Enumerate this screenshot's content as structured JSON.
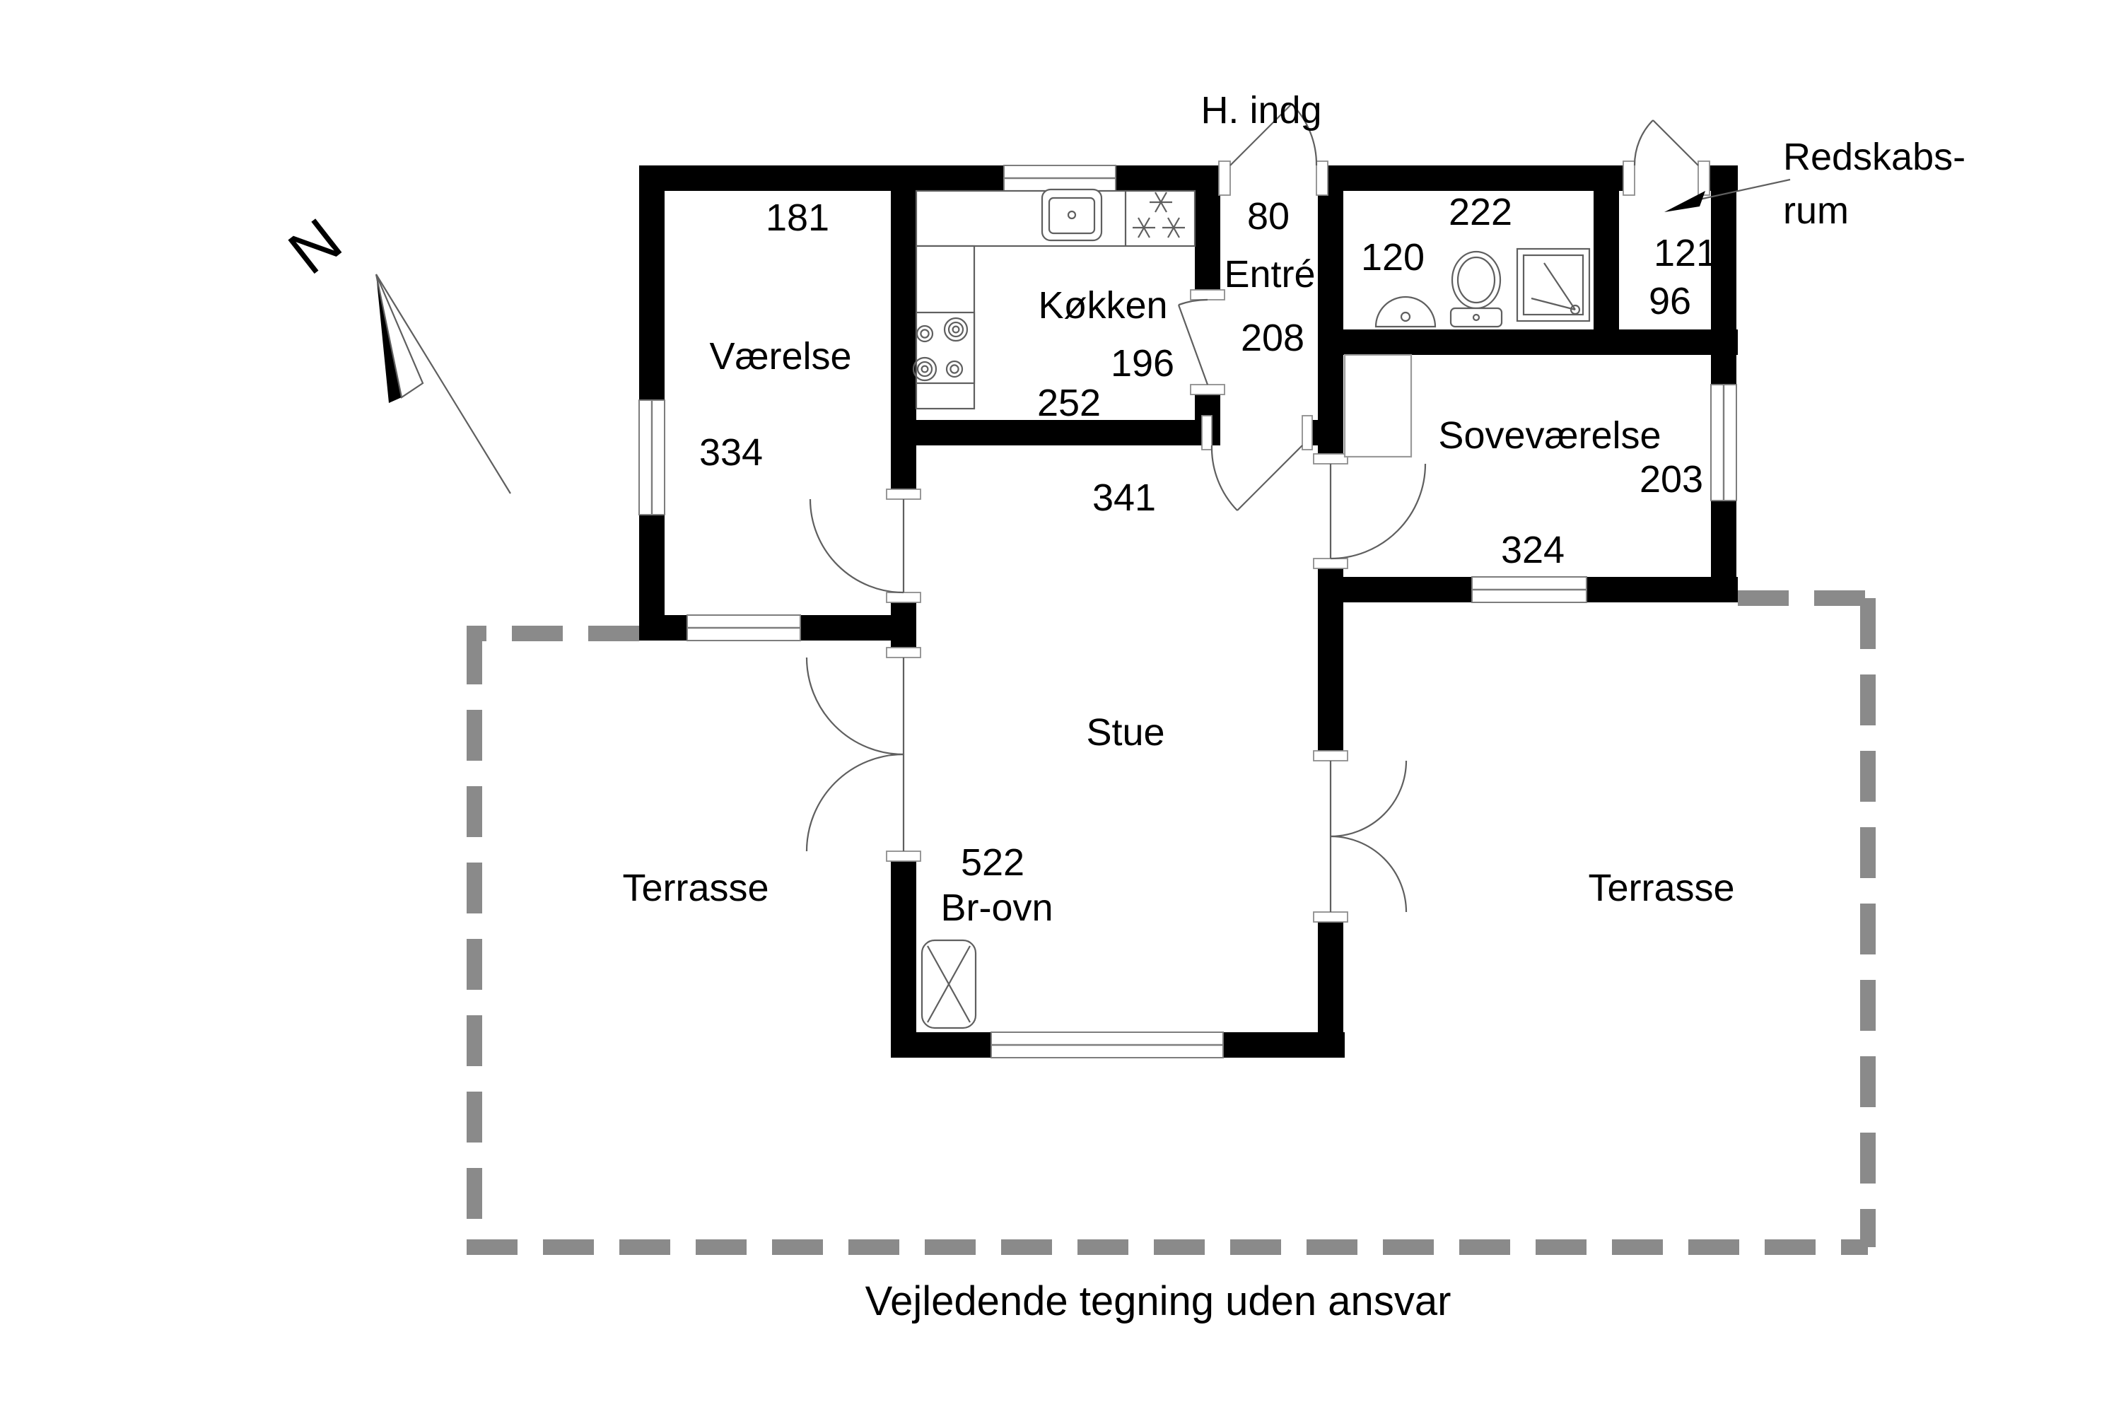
{
  "page": {
    "background": "#ffffff",
    "disclaimer": "Vejledende tegning uden ansvar"
  },
  "compass": {
    "label": "N"
  },
  "annotations": {
    "entrance": "H. indg",
    "shed_line1": "Redskabs-",
    "shed_line2": "rum"
  },
  "rooms": {
    "vaerelse": {
      "label": "Værelse",
      "dim_top": "181",
      "dim_side": "334"
    },
    "koekken": {
      "label": "Køkken",
      "dim_depth": "196",
      "dim_width": "252"
    },
    "entre": {
      "label": "Entré",
      "dim_width": "80",
      "dim_depth": "208"
    },
    "badevaerelse": {
      "dim_depth": "120",
      "dim_width": "222"
    },
    "redskabsrum": {
      "dim_depth": "121",
      "dim_width": "96"
    },
    "sovevaerelse": {
      "label": "Soveværelse",
      "dim_depth": "203",
      "dim_width": "324"
    },
    "stue": {
      "label": "Stue",
      "dim_width": "341",
      "dim_depth": "522"
    },
    "terrasse_vest": {
      "label": "Terrasse"
    },
    "terrasse_oest": {
      "label": "Terrasse"
    }
  },
  "features": {
    "wood_stove": "Br-ovn"
  },
  "icons": [
    "north-arrow-icon",
    "kitchen-sink-icon",
    "freezer-icon",
    "hob-icon",
    "bath-sink-icon",
    "toilet-icon",
    "shower-icon",
    "wardrobe-icon",
    "wood-stove-icon",
    "door-swing-icon",
    "french-door-icon",
    "window-icon"
  ],
  "colors": {
    "wall": "#000000",
    "terrace_dash": "#8a8a8a",
    "fixture_line": "#5f5f5f",
    "text": "#000000"
  }
}
